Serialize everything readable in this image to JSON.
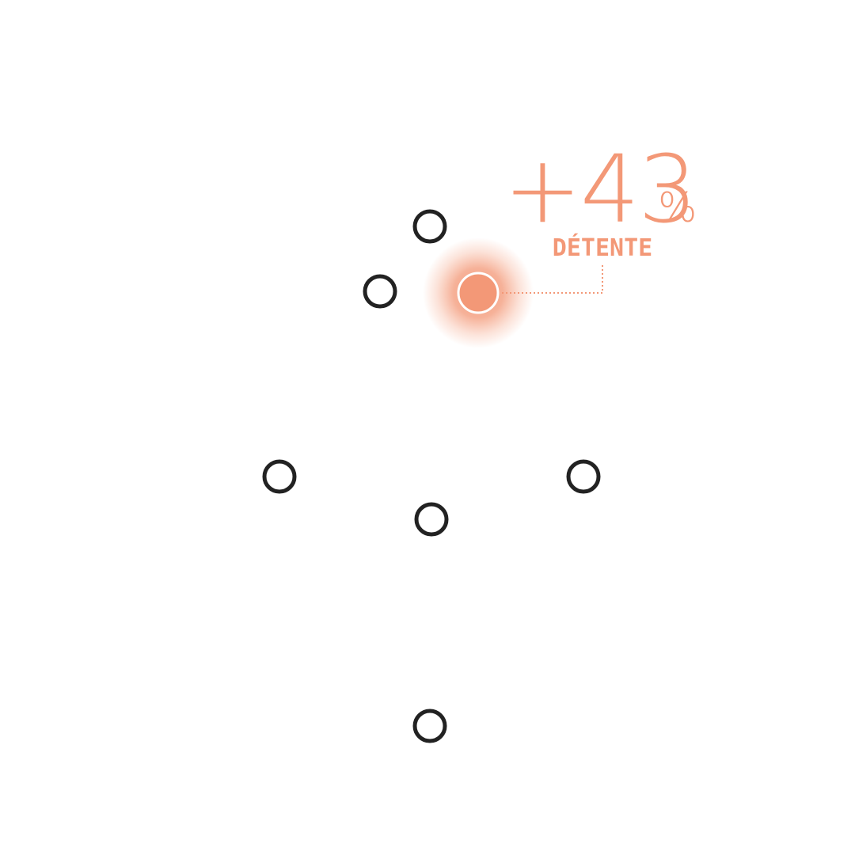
{
  "colors": {
    "ring": "#222222",
    "accent": "#f39877",
    "glow": "#f5a080",
    "point_border": "#ffffff"
  },
  "stat": {
    "value": "+43",
    "unit": "%",
    "label": "DÉTENTE"
  },
  "points": {
    "neutral_count": 6,
    "highlighted_count": 1
  }
}
